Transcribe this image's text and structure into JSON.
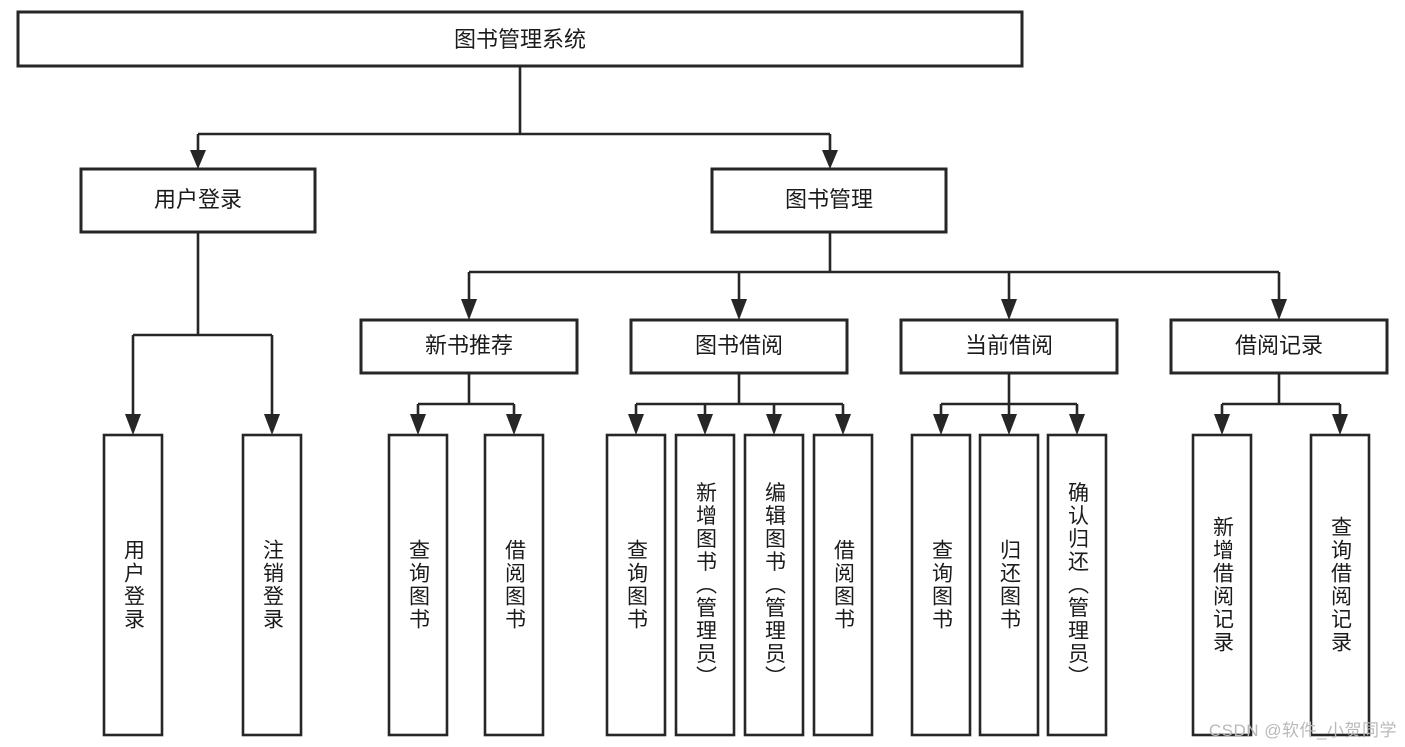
{
  "diagram": {
    "type": "tree-hierarchy-chart",
    "title_text": "图书管理系统",
    "colors": {
      "background": "#ffffff",
      "node_fill": "#ffffff",
      "node_stroke": "#262626",
      "connector": "#262626",
      "text": "#1b1b1b",
      "watermark": "#b9b9b9"
    },
    "root": {
      "label": "图书管理系统"
    },
    "level1": [
      {
        "label": "用户登录"
      },
      {
        "label": "图书管理"
      }
    ],
    "level2": [
      {
        "label": "新书推荐"
      },
      {
        "label": "图书借阅"
      },
      {
        "label": "当前借阅"
      },
      {
        "label": "借阅记录"
      }
    ],
    "leaves": {
      "user_login": [
        {
          "label": "用户登录"
        },
        {
          "label": "注销登录"
        }
      ],
      "new_book_recommend": [
        {
          "label": "查询图书"
        },
        {
          "label": "借阅图书"
        }
      ],
      "book_borrow": [
        {
          "label": "查询图书"
        },
        {
          "label": "新增图书（管理员）"
        },
        {
          "label": "编辑图书（管理员）"
        },
        {
          "label": "借阅图书"
        }
      ],
      "current_borrow": [
        {
          "label": "查询图书"
        },
        {
          "label": "归还图书"
        },
        {
          "label": "确认归还（管理员）"
        }
      ],
      "borrow_record": [
        {
          "label": "新增借阅记录"
        },
        {
          "label": "查询借阅记录"
        }
      ]
    }
  },
  "watermark": {
    "text": "CSDN @软件_小贺同学"
  }
}
